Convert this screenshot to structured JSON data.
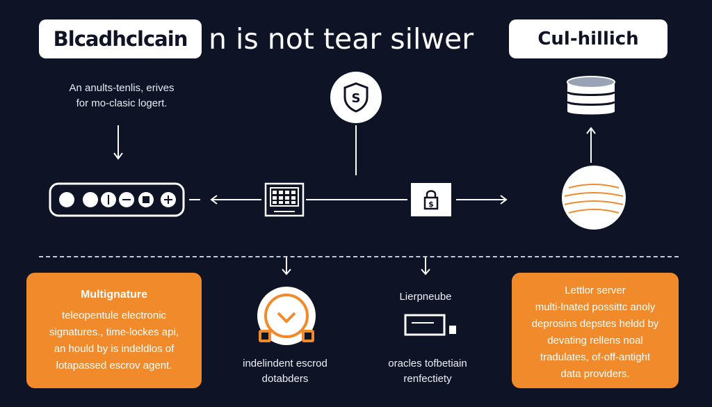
{
  "header": {
    "title_left": "Blcadhclcain",
    "title_mid": "n is not tear silwer",
    "title_right": "Cul-hillich"
  },
  "top_left_desc": [
    "An anults-tenlis, erives",
    "for mo-clasic logert."
  ],
  "boxes": {
    "left": {
      "heading": "Multignature",
      "lines": [
        "teleopentule electronic",
        "signatures., time-lockes api,",
        "an hould by is indeldlos of",
        "lotapassed escrov agent."
      ]
    },
    "center_left": {
      "lines": [
        "indelindent escrod",
        "dotabders"
      ]
    },
    "center_right": {
      "heading": "Lierpneube",
      "lines": [
        "oracles tofbetiain",
        "renfectiety"
      ]
    },
    "right": {
      "heading": "Lettlor server",
      "lines": [
        "multi-lnated possittc anoly",
        "deprosins depstes heldd by",
        "devating rellens noal",
        "tradulates, of-off-antight",
        "data providers."
      ]
    }
  },
  "icons": {
    "shield": "shield-dollar-icon",
    "database": "database-icon",
    "globe": "globe-icon",
    "panel": "control-panel-icon",
    "calculator": "calculator-icon",
    "lock": "lock-dollar-icon",
    "check": "check-badge-icon",
    "oracle": "oracle-device-icon"
  },
  "colors": {
    "background": "#0e1326",
    "accent": "#f08a2a"
  }
}
